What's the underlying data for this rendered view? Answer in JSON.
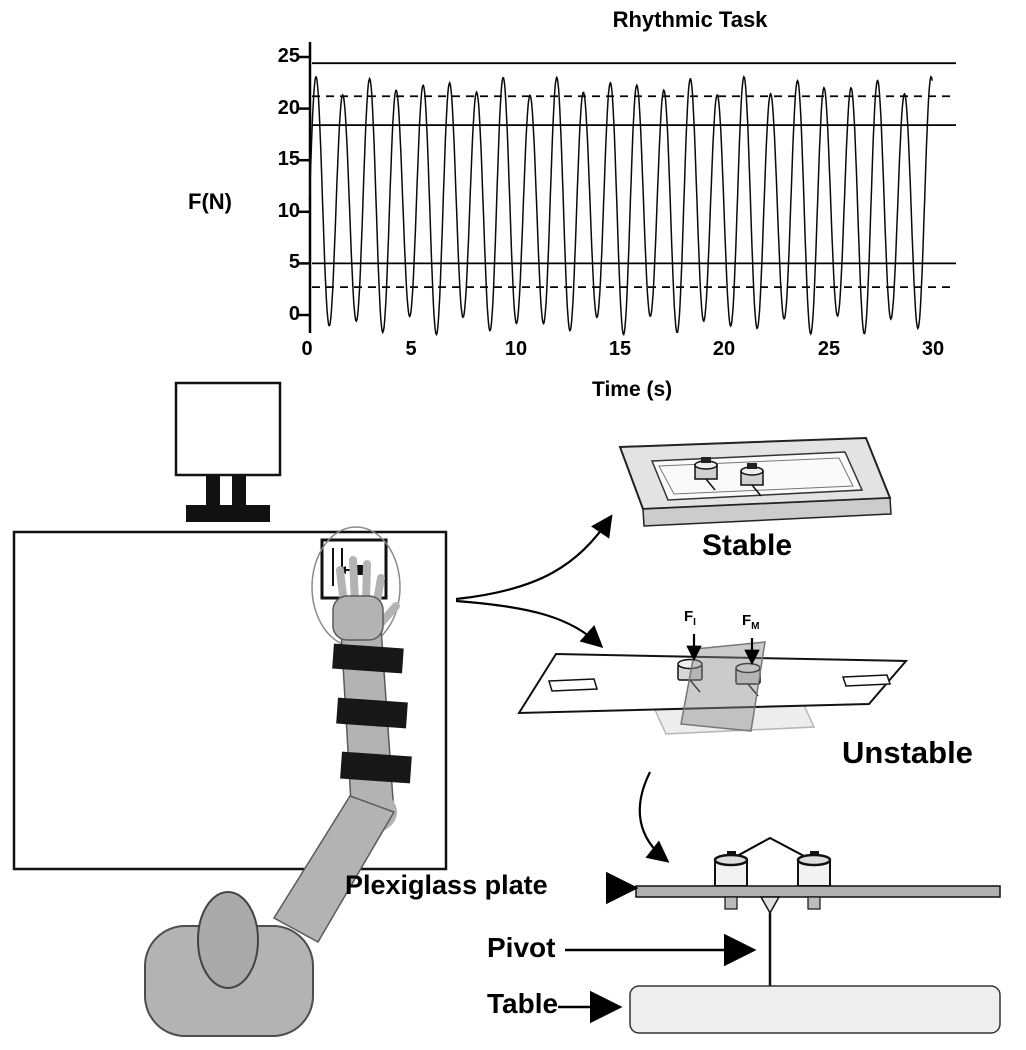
{
  "chart_data": {
    "type": "line",
    "title": "Rhythmic Task",
    "xlabel": "Time (s)",
    "ylabel": "F(N)",
    "xlim": [
      0,
      30
    ],
    "ylim": [
      -2,
      26
    ],
    "xticks": [
      0,
      5,
      10,
      15,
      20,
      25,
      30
    ],
    "yticks": [
      25,
      20,
      15,
      10,
      5,
      0
    ],
    "grid": false,
    "legend": false,
    "reference_lines": [
      {
        "y": 24.4,
        "style": "solid",
        "role": "upper-bound-line"
      },
      {
        "y": 21.2,
        "style": "dashed",
        "role": "upper-target-line"
      },
      {
        "y": 18.4,
        "style": "solid",
        "role": "upper-zone-line"
      },
      {
        "y": 5.0,
        "style": "solid",
        "role": "lower-zone-line"
      },
      {
        "y": 2.7,
        "style": "dashed",
        "role": "lower-target-line"
      }
    ],
    "signal": {
      "name": "rhythmic force trace",
      "mean": 10.6,
      "amplitude": 11.6,
      "amplitude_jitter": 0.9,
      "amplitude_jitter_rate": 2.13,
      "amplitude_jitter_phase": 0.8,
      "frequency_hz": 0.78,
      "phase": -0.55,
      "duration_s": 30,
      "approx_peak_n": 23,
      "approx_trough_n": -1.5,
      "cycles": 23
    }
  },
  "apparatus": {
    "stable_label": "Stable",
    "unstable_label": "Unstable",
    "plexiglass_plate_label": "Plexiglass plate",
    "pivot_label": "Pivot",
    "table_label": "Table",
    "force_index": {
      "base": "F",
      "sub": "I"
    },
    "force_middle": {
      "base": "F",
      "sub": "M"
    }
  }
}
